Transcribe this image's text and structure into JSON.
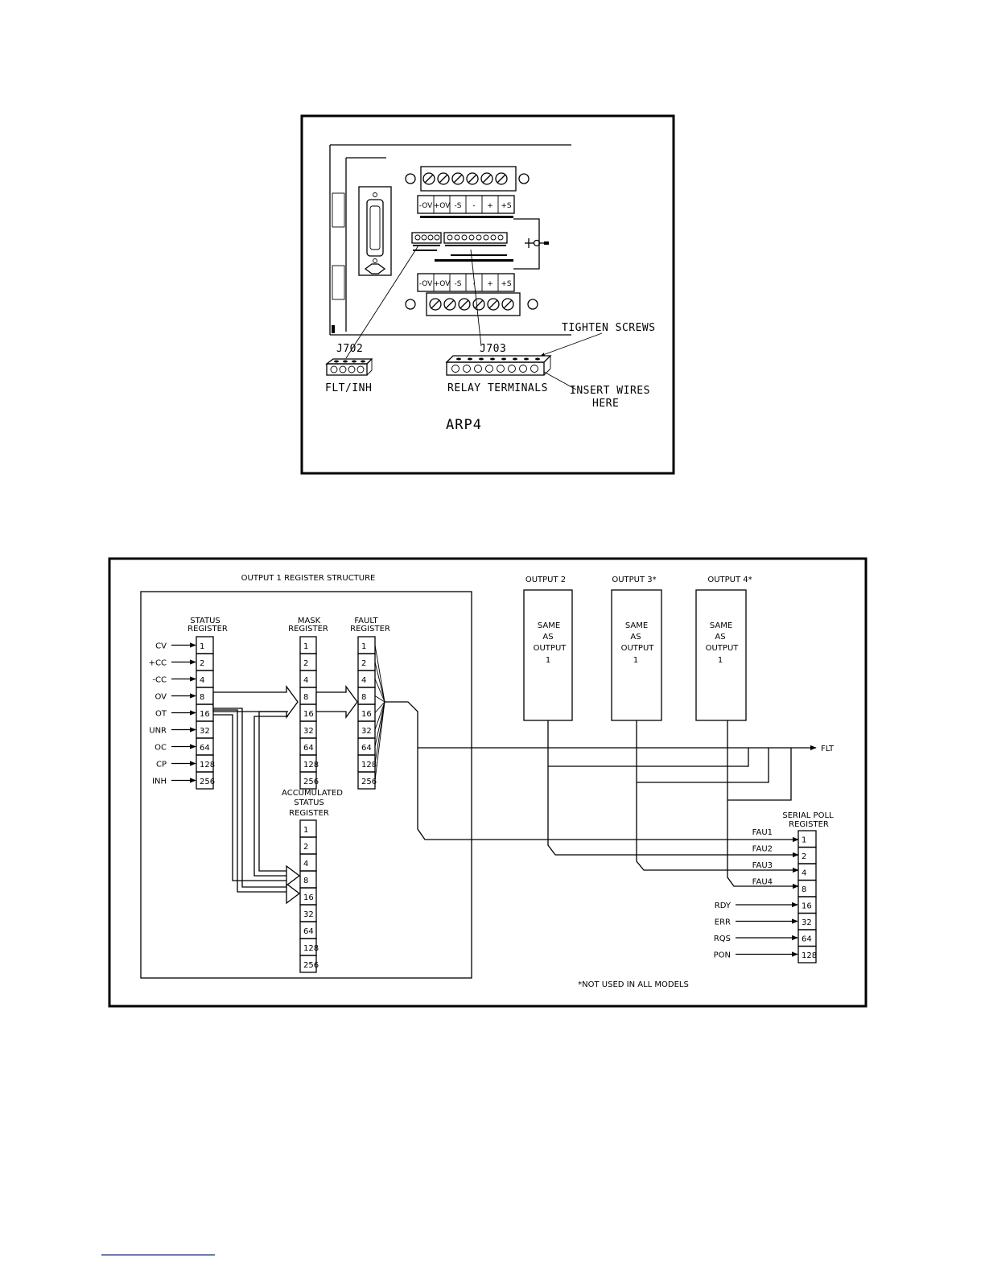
{
  "figure_top": {
    "callouts": {
      "j702": "J702",
      "j703": "J703",
      "flt_inh": "FLT/INH",
      "relay_terminals": "RELAY TERMINALS",
      "tighten_screws": "TIGHTEN SCREWS",
      "insert_wires_line1": "INSERT WIRES",
      "insert_wires_line2": "HERE",
      "model": "ARP4"
    },
    "terminal_labels_top": [
      "-OV",
      "+OV",
      "-S",
      "-",
      "+",
      "+S"
    ],
    "terminal_labels_bottom": [
      "-OV",
      "+OV",
      "-S",
      "-",
      "+",
      "+S"
    ]
  },
  "figure_bottom": {
    "title": "OUTPUT 1 REGISTER STRUCTURE",
    "status_register": {
      "title_line1": "STATUS",
      "title_line2": "REGISTER",
      "bits": [
        {
          "name": "CV",
          "value": "1"
        },
        {
          "name": "+CC",
          "value": "2"
        },
        {
          "name": "-CC",
          "value": "4"
        },
        {
          "name": "OV",
          "value": "8"
        },
        {
          "name": "OT",
          "value": "16"
        },
        {
          "name": "UNR",
          "value": "32"
        },
        {
          "name": "OC",
          "value": "64"
        },
        {
          "name": "CP",
          "value": "128"
        },
        {
          "name": "INH",
          "value": "256"
        }
      ]
    },
    "mask_register": {
      "title_line1": "MASK",
      "title_line2": "REGISTER",
      "values": [
        "1",
        "2",
        "4",
        "8",
        "16",
        "32",
        "64",
        "128",
        "256"
      ]
    },
    "fault_register": {
      "title_line1": "FAULT",
      "title_line2": "REGISTER",
      "values": [
        "1",
        "2",
        "4",
        "8",
        "16",
        "32",
        "64",
        "128",
        "256"
      ]
    },
    "accumulated_register": {
      "title_line1": "ACCUMULATED",
      "title_line2": "STATUS",
      "title_line3": "REGISTER",
      "values": [
        "1",
        "2",
        "4",
        "8",
        "16",
        "32",
        "64",
        "128",
        "256"
      ]
    },
    "outputs": [
      {
        "title": "OUTPUT 2",
        "line1": "SAME",
        "line2": "AS",
        "line3": "OUTPUT",
        "line4": "1"
      },
      {
        "title": "OUTPUT 3*",
        "line1": "SAME",
        "line2": "AS",
        "line3": "OUTPUT",
        "line4": "1"
      },
      {
        "title": "OUTPUT 4*",
        "line1": "SAME",
        "line2": "AS",
        "line3": "OUTPUT",
        "line4": "1"
      }
    ],
    "flt_label": "FLT",
    "serial_poll_register": {
      "title_line1": "SERIAL POLL",
      "title_line2": "REGISTER",
      "bits": [
        {
          "name": "FAU1",
          "value": "1"
        },
        {
          "name": "FAU2",
          "value": "2"
        },
        {
          "name": "FAU3",
          "value": "4"
        },
        {
          "name": "FAU4",
          "value": "8"
        },
        {
          "name": "RDY",
          "value": "16"
        },
        {
          "name": "ERR",
          "value": "32"
        },
        {
          "name": "RQS",
          "value": "64"
        },
        {
          "name": "PON",
          "value": "128"
        }
      ]
    },
    "footnote": "*NOT USED IN ALL MODELS"
  }
}
